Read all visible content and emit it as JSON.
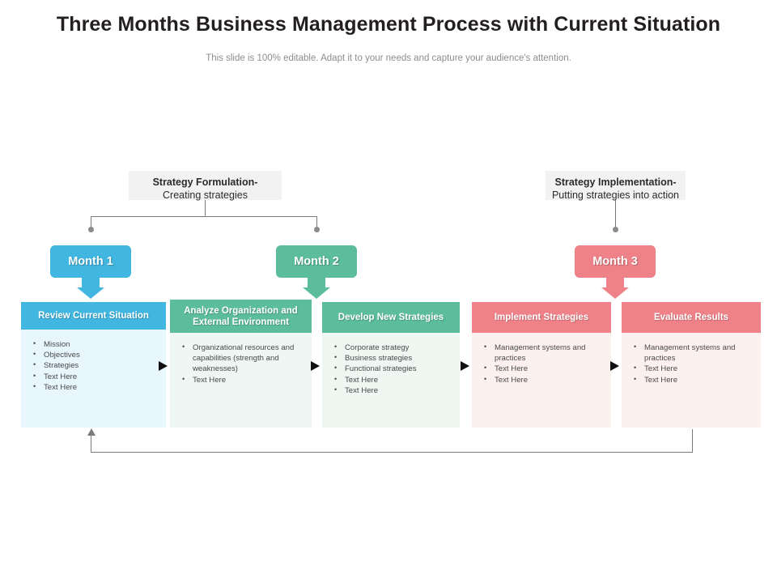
{
  "slide": {
    "title": "Three Months Business Management Process with Current Situation",
    "subtitle": "This slide is 100% editable. Adapt it to your needs and capture your audience's attention.",
    "background": "#ffffff"
  },
  "notes": [
    {
      "id": "strategy-formulation",
      "strong": "Strategy Formulation-",
      "sub": "Creating strategies",
      "background": "#f2f2f2"
    },
    {
      "id": "strategy-implementation",
      "strong": "Strategy Implementation-",
      "sub": "Putting strategies into action",
      "background": "#f2f2f2"
    }
  ],
  "months": [
    {
      "label": "Month 1",
      "color": "#41b6e0"
    },
    {
      "label": "Month 2",
      "color": "#5cbd9d"
    },
    {
      "label": "Month 3",
      "color": "#ef8289"
    }
  ],
  "cards": [
    {
      "title": "Review Current Situation",
      "head_color": "#41b6e0",
      "body_color": "#e8f6fd",
      "items": [
        "Mission",
        "Objectives",
        "Strategies",
        "Text Here",
        "Text Here"
      ]
    },
    {
      "title": "Analyze Organization and External Environment",
      "head_color": "#5cbd9d",
      "body_color": "#eef7f3",
      "items": [
        "Organizational resources and capabilities (strength and weaknesses)",
        "Text Here"
      ]
    },
    {
      "title": "Develop New Strategies",
      "head_color": "#5cbd9d",
      "body_color": "#eff7f3",
      "items": [
        "Corporate strategy",
        "Business strategies",
        "Functional strategies",
        "Text Here",
        "Text Here"
      ]
    },
    {
      "title": "Implement Strategies",
      "head_color": "#ef8289",
      "body_color": "#fdf1f0",
      "items": [
        "Management  systems and practices",
        "Text Here",
        "Text Here"
      ]
    },
    {
      "title": "Evaluate Results",
      "head_color": "#ef8289",
      "body_color": "#fdf1f0",
      "items": [
        "Management  systems and practices",
        "Text Here",
        "Text Here"
      ]
    }
  ],
  "connectors": {
    "line_color": "#7a7a7a",
    "dot_color": "#8a8a8a",
    "flow_arrow_color": "#111111"
  }
}
